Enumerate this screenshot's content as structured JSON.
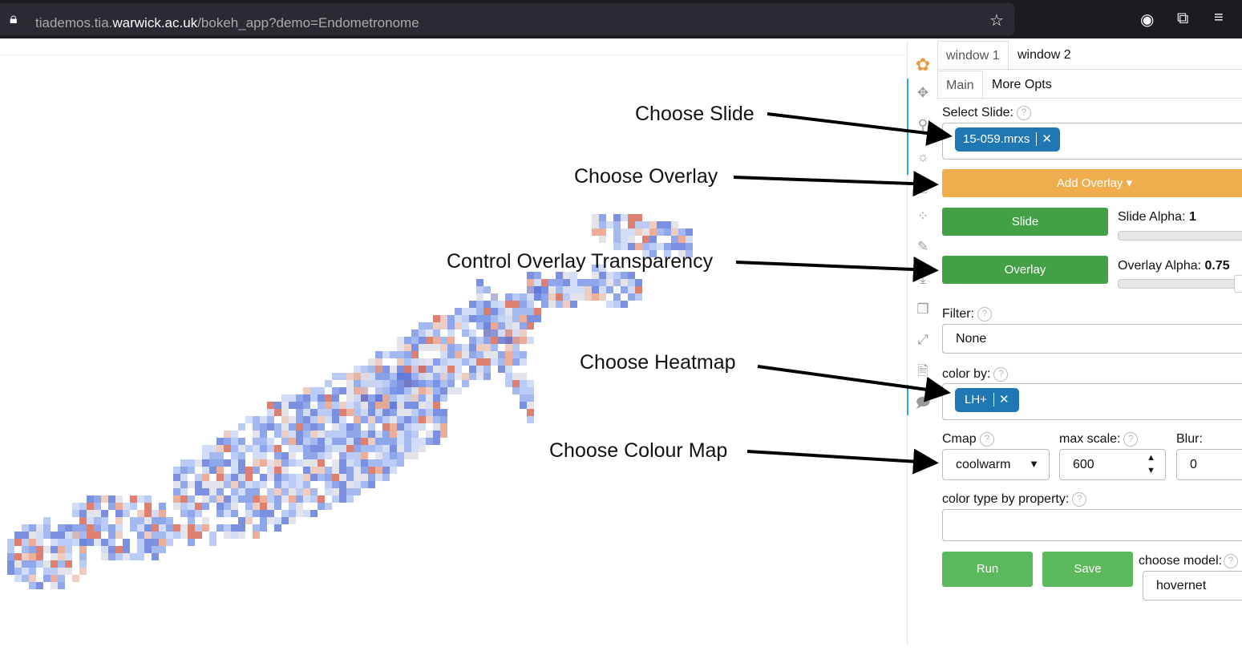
{
  "browser": {
    "url_host_prefix": "tiademos.tia.",
    "url_host_main": "warwick.ac.uk",
    "url_path": "/bokeh_app?demo=Endometronome",
    "icons": [
      "lock-icon",
      "star-icon",
      "account-icon",
      "extensions-icon",
      "menu-icon"
    ]
  },
  "annotations": [
    "Choose Slide",
    "Choose Overlay",
    "Control Overlay Transparency",
    "Choose Heatmap",
    "Choose Colour Map"
  ],
  "toolbar": {
    "icons": [
      "bokeh-logo-icon",
      "pan-icon",
      "zoom-icon",
      "tap-icon",
      "box-select-icon",
      "point-draw-icon",
      "freehand-draw-icon",
      "save-icon",
      "copy-icon",
      "reset-icon",
      "help-icon",
      "hover-icon"
    ]
  },
  "panel": {
    "window_tabs": [
      "window 1",
      "window 2"
    ],
    "sub_tabs": [
      "Main",
      "More Opts"
    ],
    "select_slide_label": "Select Slide:",
    "slide_value": "15-059.mrxs",
    "add_overlay": "Add Overlay",
    "slide_button": "Slide",
    "slide_alpha_label": "Slide Alpha: ",
    "slide_alpha": "1",
    "overlay_button": "Overlay",
    "overlay_alpha_label": "Overlay Alpha: ",
    "overlay_alpha": "0.75",
    "filter_label": "Filter:",
    "filter_value": "None",
    "color_by_label": "color by:",
    "color_by_value": "LH+",
    "cmap_label": "Cmap",
    "cmap_value": "coolwarm",
    "max_scale_label": "max scale:",
    "max_scale_value": "600",
    "blur_label": "Blur:",
    "blur_value": "0",
    "color_type_label": "color type by property:",
    "color_type_value": "",
    "run": "Run",
    "save": "Save",
    "model_label": "choose model:",
    "model_value": "hovernet"
  },
  "colors": {
    "add_overlay": "#f0ad4e",
    "toggle_green": "#43a047",
    "action_green": "#5cb85c",
    "chip": "#1f77b4"
  }
}
